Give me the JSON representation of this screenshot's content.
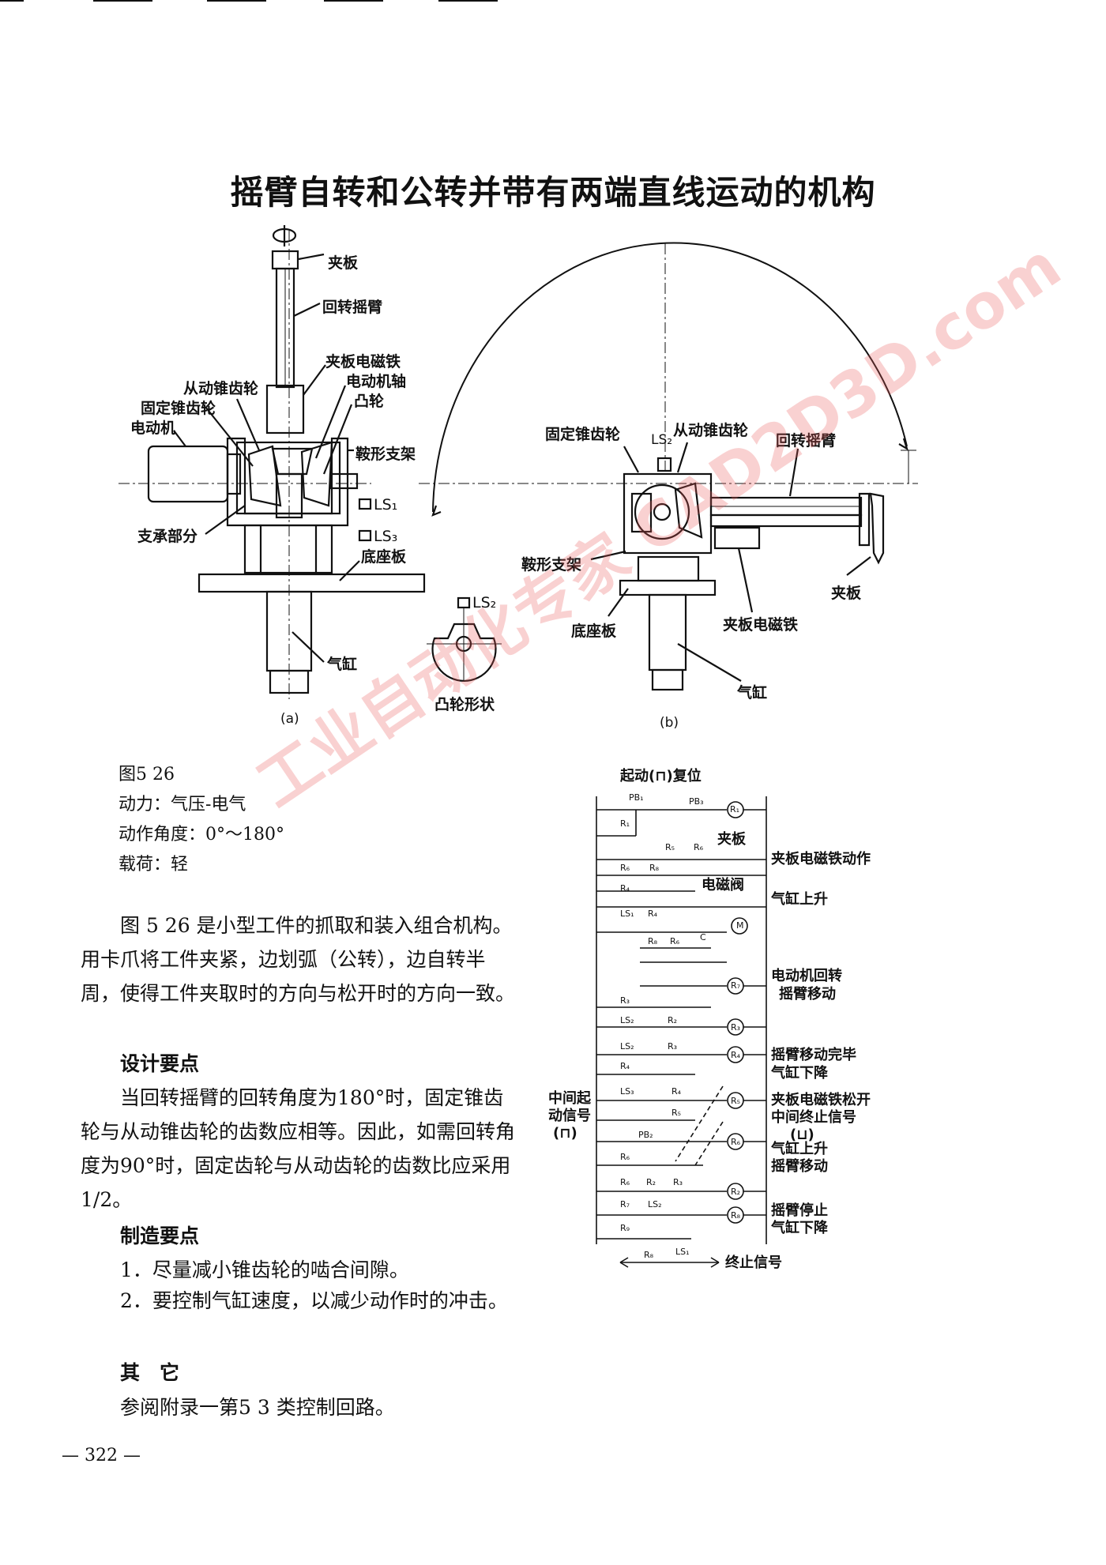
{
  "title": "摇臂自转和公转并带有两端直线运动的机构",
  "figure_a": {
    "labels": {
      "clamp": "夹板",
      "arm": "回转摇臂",
      "clamp_magnet": "夹板电磁铁",
      "motor_shaft": "电动机轴",
      "cam": "凸轮",
      "driven_gear": "从动锥齿轮",
      "fixed_gear": "固定锥齿轮",
      "motor": "电动机",
      "saddle": "鞍形支架",
      "ls1": "LS₁",
      "ls3": "LS₃",
      "support": "支承部分",
      "base": "底座板",
      "cylinder": "气缸",
      "ls2": "LS₂",
      "cam_shape": "凸轮形状"
    },
    "caption": "(a)"
  },
  "figure_b": {
    "labels": {
      "fixed_gear": "固定锥齿轮",
      "ls2": "LS₂",
      "driven_gear": "从动锥齿轮",
      "arm": "回转摇臂",
      "saddle": "鞍形支架",
      "base": "底座板",
      "clamp": "夹板",
      "clamp_magnet": "夹板电磁铁",
      "cylinder": "气缸"
    },
    "caption": "(b)"
  },
  "specs": {
    "fig_no": "图5 26",
    "power": "动力：气压-电气",
    "angle": "动作角度：0°～180°",
    "load": "载荷：轻"
  },
  "body": {
    "intro": "图 5 26 是小型工件的抓取和装入组合机构。用卡爪将工件夹紧，边划弧（公转），边自转半周，使得工件夹取时的方向与松开时的方向一致。",
    "design_head": "设计要点",
    "design_text": "当回转摇臂的回转角度为180°时，固定锥齿轮与从动锥齿轮的齿数应相等。因此，如需回转角度为90°时，固定齿轮与从动齿轮的齿数比应采用1/2。",
    "mfg_head": "制造要点",
    "mfg_1": "1．尽量减小锥齿轮的啮合间隙。",
    "mfg_2": "2．要控制气缸速度，以减少动作时的冲击。",
    "other_head": "其　它",
    "other_text": "参阅附录一第5 3 类控制回路。"
  },
  "circuit": {
    "top": "起动(⊓)复位",
    "clamp": "夹板",
    "valve": "电磁阀",
    "out_clamp": "夹板电磁铁动作",
    "out_cyl_up": "气缸上升",
    "out_motor_1": "电动机回转",
    "out_motor_2": "摇臂移动",
    "out_done_1": "摇臂移动完毕",
    "out_done_2": "气缸下降",
    "mid_1": "中间起",
    "mid_2": "动信号",
    "mid_3": "(⊓)",
    "out_release_1": "夹板电磁铁松开",
    "out_release_2": "中间终止信号",
    "out_release_3": "(⊔)",
    "out_up_1": "气缸上升",
    "out_up_2": "摇臂移动",
    "out_stop_1": "摇臂停止",
    "out_stop_2": "气缸下降",
    "end": "终止信号",
    "small": {
      "pb1": "PB₁",
      "pb3": "PB₃",
      "r1": "R₁",
      "r5": "R₅",
      "r6": "R₆",
      "r4": "R₄",
      "r8": "R₈",
      "ls1": "LS₁",
      "r4b": "R₄",
      "r8b": "R₈",
      "r6b": "R₆",
      "c": "C",
      "m": "M",
      "r3": "R₃",
      "ls2": "LS₂",
      "r2": "R₂",
      "ls2b": "LS₂",
      "r3b": "R₃",
      "r4c": "R₄",
      "ls3": "LS₃",
      "r4d": "R₄",
      "r5b": "R₅",
      "pb2": "PB₂",
      "r6c": "R₆",
      "r6d": "R₆",
      "r2b": "R₂",
      "r3c": "R₃",
      "r7": "R₇",
      "ls2c": "LS₂",
      "r9": "R₉",
      "r8c": "R₈",
      "ls1b": "LS₁",
      "coil1": "R₁",
      "coil7": "R₇",
      "coil3": "R₃",
      "coil4": "R₄",
      "coil5": "R₅",
      "coil6": "R₆",
      "coil2": "R₂",
      "coil8": "R₈"
    }
  },
  "watermark": "工业自动化专家 CAD2D3D.com",
  "page_number": "— 322 —"
}
